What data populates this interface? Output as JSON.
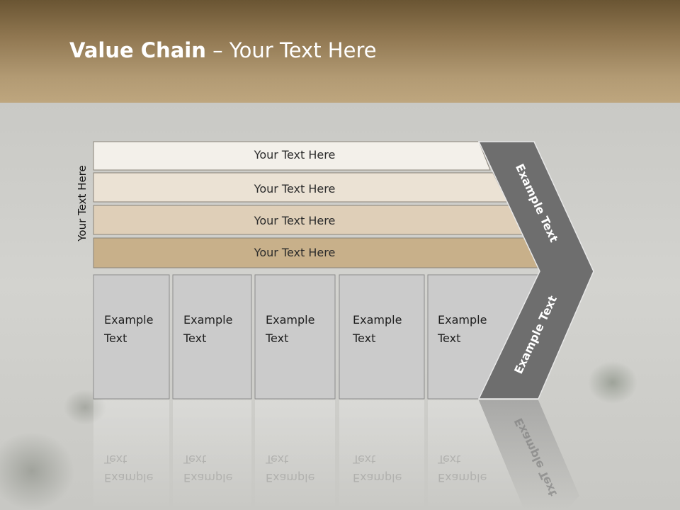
{
  "title": {
    "bold": "Value Chain",
    "rest": " – Your Text Here"
  },
  "side_label": "Your Text Here",
  "bands": [
    {
      "label": "Your Text Here",
      "color": "#f3f0ea"
    },
    {
      "label": "Your Text Here",
      "color": "#ebe2d4"
    },
    {
      "label": "Your Text Here",
      "color": "#dfcfb8"
    },
    {
      "label": "Your Text Here",
      "color": "#c8b08a"
    }
  ],
  "columns": [
    {
      "label": "Example\nText"
    },
    {
      "label": "Example\nText"
    },
    {
      "label": "Example\nText"
    },
    {
      "label": "Example\nText"
    },
    {
      "label": "Example\nText"
    }
  ],
  "chevron": {
    "top_label": "Example Text",
    "bottom_label": "Example Text",
    "color": "#6e6e6e"
  },
  "colors": {
    "header_dark": "#6a5533",
    "header_light": "#bea67e",
    "column_fill": "#cbcbcb"
  }
}
